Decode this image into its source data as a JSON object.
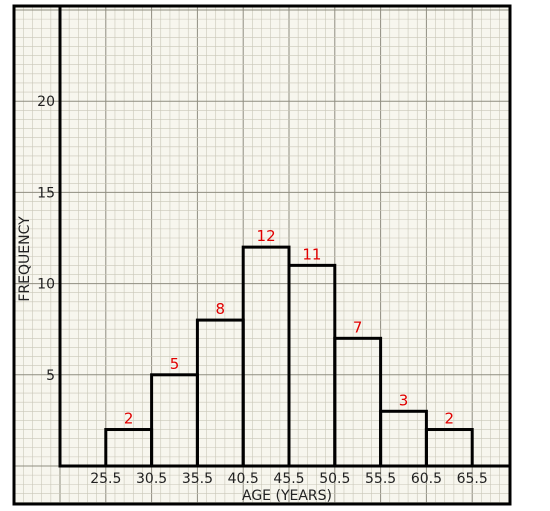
{
  "chart_data": {
    "type": "bar",
    "subtype": "histogram",
    "xlabel": "AGE (YEARS)",
    "ylabel": "FREQUENCY",
    "boundaries": [
      25.5,
      30.5,
      35.5,
      40.5,
      45.5,
      50.5,
      55.5,
      60.5,
      65.5
    ],
    "x_tick_labels": [
      "25.5",
      "30.5",
      "35.5",
      "40.5",
      "45.5",
      "50.5",
      "55.5",
      "60.5",
      "65.5"
    ],
    "values": [
      2,
      5,
      8,
      12,
      11,
      7,
      3,
      2
    ],
    "data_labels": [
      "2",
      "5",
      "8",
      "12",
      "11",
      "7",
      "3",
      "2"
    ],
    "y_ticks": [
      5,
      10,
      15,
      20
    ],
    "y_tick_labels": [
      "5",
      "10",
      "15",
      "20"
    ],
    "xlim": [
      20.5,
      70.5
    ],
    "ylim": [
      0,
      25
    ],
    "grid": true,
    "colors": {
      "background": "#f7f6ee",
      "grid_minor": "#c9c7b8",
      "grid_major": "#8f8d80",
      "outline": "#000000",
      "data_label": "#e00000",
      "text": "#222222"
    }
  }
}
